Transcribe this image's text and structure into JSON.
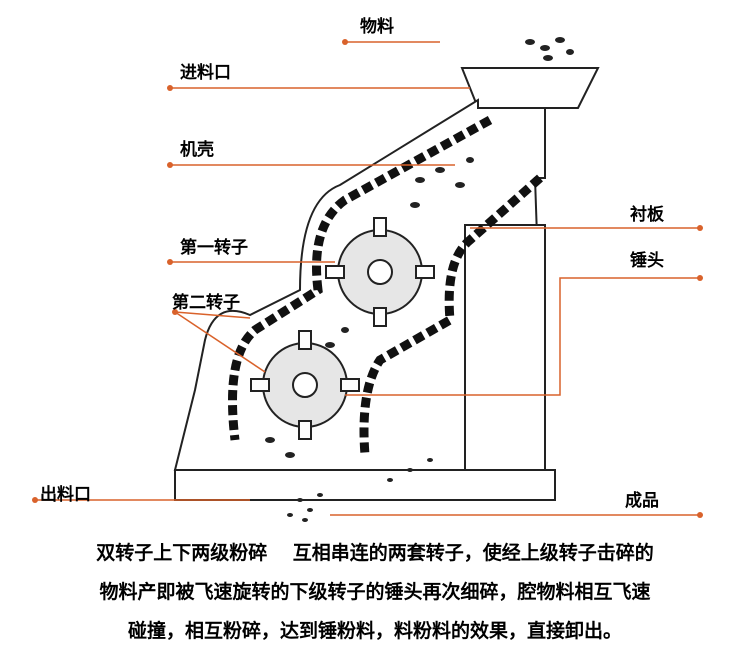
{
  "labels": {
    "material": "物料",
    "feed_inlet": "进料口",
    "housing": "机壳",
    "first_rotor": "第一转子",
    "second_rotor": "第二转子",
    "discharge_outlet": "出料口",
    "liner": "衬板",
    "hammer_head": "锤头",
    "product": "成品"
  },
  "description": [
    "双转子上下两级粉碎　 互相串连的两套转子，使经上级转子击碎的",
    "物料产即被飞速旋转的下级转子的锤头再次细碎，腔物料相互飞速",
    "碰撞，相互粉碎，达到锤粉料，料粉料的效果，直接卸出。"
  ],
  "colors": {
    "leader_line": "#d9622b",
    "outline": "#222222"
  }
}
